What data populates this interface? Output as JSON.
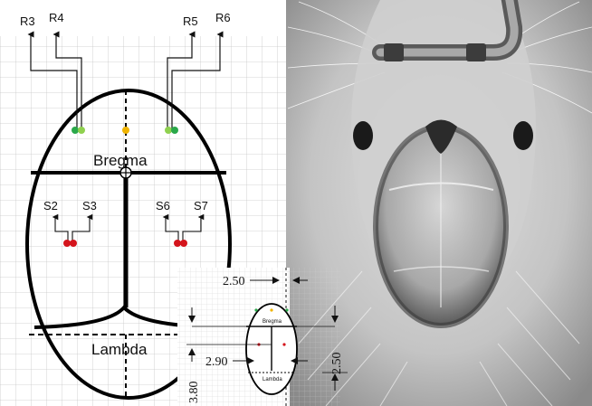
{
  "diagram": {
    "top_electrodes": [
      "R3",
      "R4",
      "R5",
      "R6"
    ],
    "mid_electrodes": [
      "S2",
      "S3",
      "S6",
      "S7"
    ],
    "landmarks": {
      "bregma": "Bregma",
      "lambda": "Lambda"
    }
  },
  "inset": {
    "dimensions": {
      "top": "2.50",
      "middle": "2.90",
      "bottom_vertical": "3.80",
      "right_vertical": "2.50"
    },
    "landmarks": {
      "bregma": "Bregma",
      "lambda": "Lambda"
    }
  },
  "colors": {
    "electrode_green": "#2aa84a",
    "electrode_yellow": "#f0b400",
    "electrode_red": "#d4141c",
    "grid": "#c8c8c8",
    "outline": "#000000"
  },
  "photo": {
    "subject": "rat-skull-photo-grayscale"
  }
}
